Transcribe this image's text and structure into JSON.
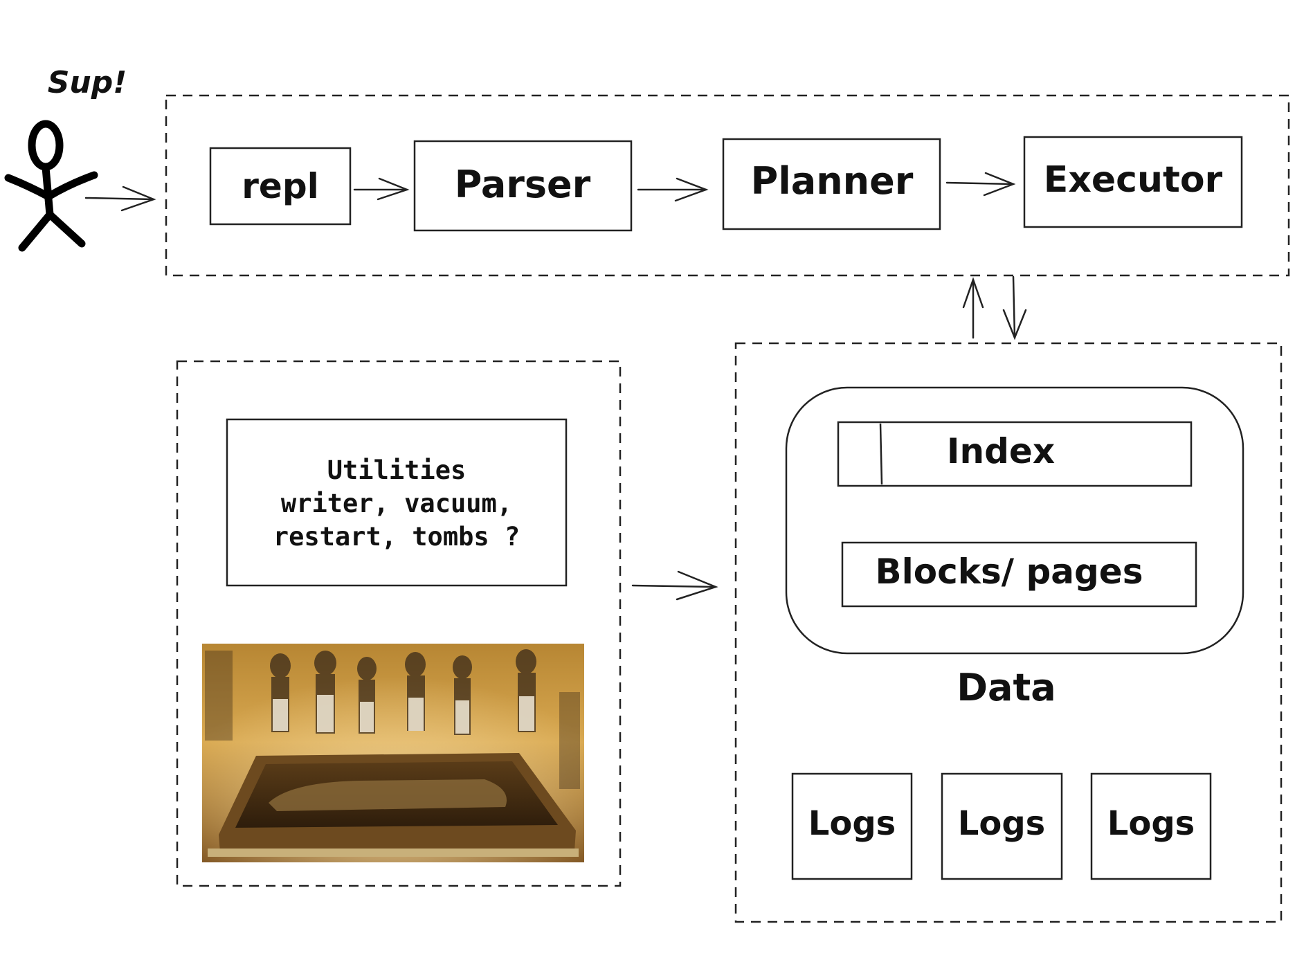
{
  "greeting": "Sup!",
  "pipeline": [
    "repl",
    "Parser",
    "Planner",
    "Executor"
  ],
  "utilities": {
    "title": "Utilities",
    "line1": "writer, vacuum,",
    "line2": "restart, tombs ?"
  },
  "storage": {
    "index": "Index",
    "blocks": "Blocks/ pages",
    "data": "Data",
    "logs": [
      "Logs",
      "Logs",
      "Logs"
    ]
  },
  "tomb_photo": "tomb-mural-photo"
}
